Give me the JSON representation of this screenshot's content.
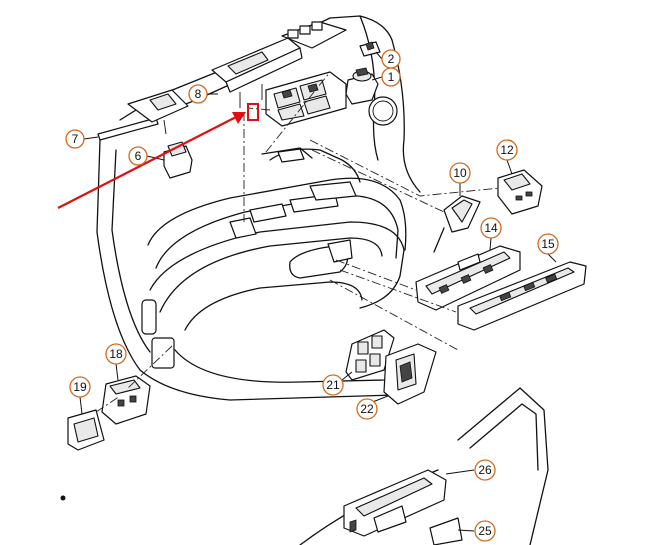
{
  "diagram": {
    "callouts": [
      "1",
      "2",
      "6",
      "7",
      "8",
      "10",
      "12",
      "14",
      "15",
      "18",
      "19",
      "21",
      "22",
      "25",
      "26"
    ],
    "colors": {
      "callout_ring": "#d2691e",
      "arrow": "#e01010",
      "highlight_box": "#e01010",
      "line": "#111111"
    }
  }
}
